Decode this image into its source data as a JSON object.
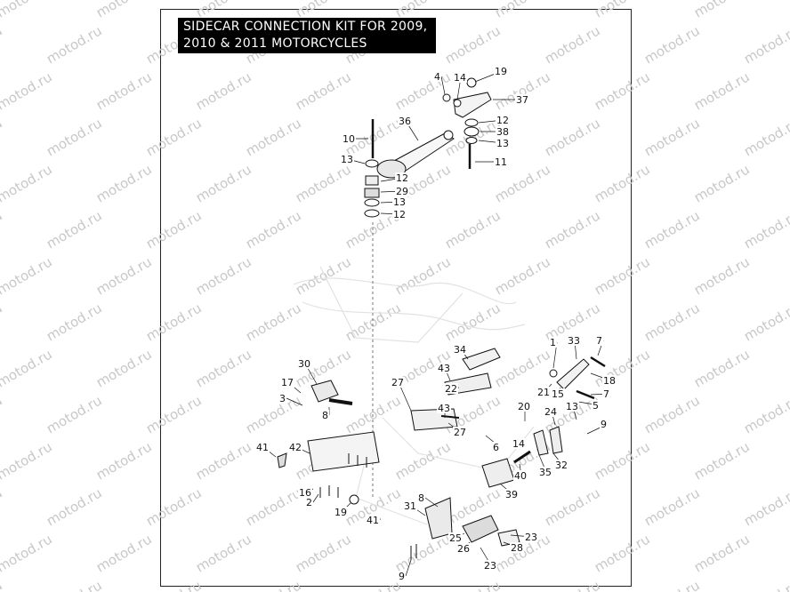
{
  "title_lines": [
    "SIDECAR CONNECTION KIT FOR 2009,",
    "2010 & 2011 MOTORCYCLES"
  ],
  "watermark": "motod.ru",
  "callouts": [
    "4",
    "14",
    "19",
    "37",
    "36",
    "12",
    "10",
    "38",
    "13",
    "11",
    "13",
    "12",
    "29",
    "13",
    "12",
    "34",
    "1",
    "33",
    "7",
    "43",
    "30",
    "22",
    "18",
    "17",
    "21",
    "15",
    "7",
    "3",
    "27",
    "43",
    "5",
    "20",
    "13",
    "8",
    "24",
    "9",
    "27",
    "6",
    "14",
    "41",
    "42",
    "40",
    "35",
    "32",
    "16",
    "2",
    "39",
    "19",
    "8",
    "41",
    "31",
    "25",
    "23",
    "26",
    "28",
    "9",
    "23"
  ],
  "colors": {
    "ink": "#111111",
    "watermark": "#c8c8c8",
    "title_bg": "#000000",
    "title_fg": "#ffffff"
  }
}
